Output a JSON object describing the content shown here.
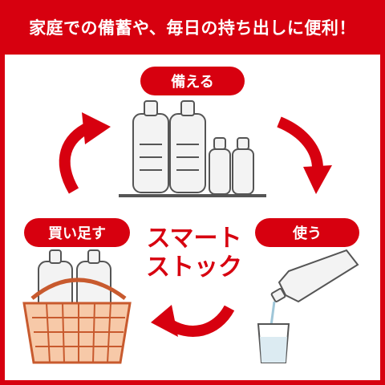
{
  "headline": "家庭での備蓄や、毎日の持ち出しに便利！",
  "steps": {
    "store": "備える",
    "use": "使う",
    "buy": "買い足す"
  },
  "center_title": {
    "line1": "スマート",
    "line2": "ストック"
  },
  "colors": {
    "accent": "#d7000f",
    "text_on_accent": "#ffffff",
    "illustration_fill": "#f3f3f3",
    "illustration_stroke": "#555555"
  },
  "icons": [
    "stacked-water-bottles",
    "cycle-arrow",
    "pouring-bottle",
    "glass-of-water",
    "shopping-basket"
  ]
}
